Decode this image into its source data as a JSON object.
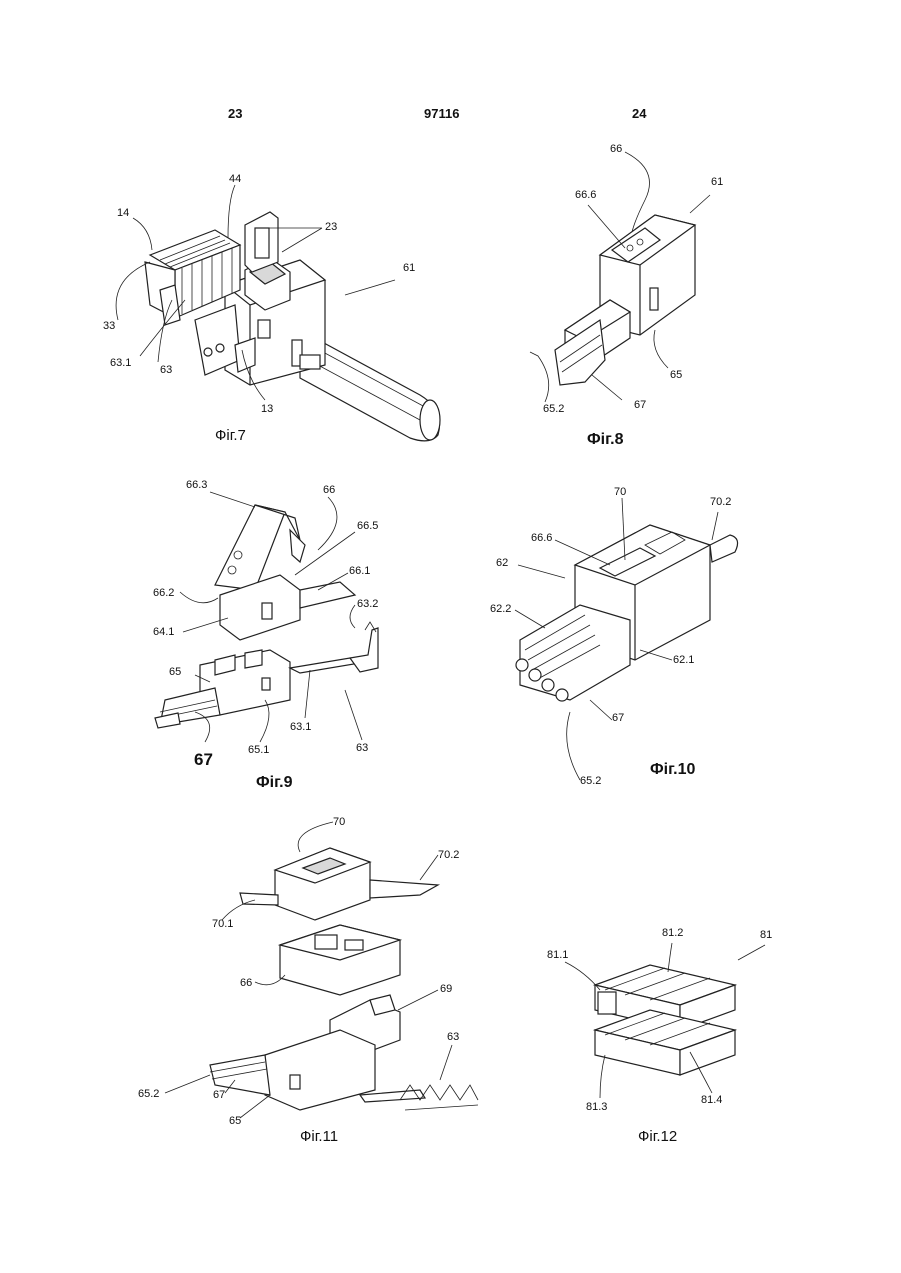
{
  "header": {
    "left_page": "23",
    "patent_number": "97116",
    "right_page": "24"
  },
  "figures": [
    {
      "caption": "Фiг.7",
      "labels": [
        "44",
        "14",
        "23",
        "61",
        "33",
        "63.1",
        "63",
        "13"
      ]
    },
    {
      "caption": "Фiг.8",
      "labels": [
        "66",
        "66.6",
        "61",
        "65",
        "65.2",
        "67"
      ]
    },
    {
      "caption": "Фiг.9",
      "labels": [
        "66.3",
        "66",
        "66.5",
        "66.1",
        "66.2",
        "64.1",
        "63.2",
        "65",
        "63.1",
        "63",
        "65.1",
        "67"
      ]
    },
    {
      "caption": "Фiг.10",
      "labels": [
        "70",
        "70.2",
        "66.6",
        "62",
        "62.2",
        "62.1",
        "67",
        "65.2"
      ]
    },
    {
      "caption": "Фiг.11",
      "labels": [
        "70",
        "70.2",
        "70.1",
        "66",
        "69",
        "63",
        "65.2",
        "67",
        "65"
      ]
    },
    {
      "caption": "Фiг.12",
      "labels": [
        "81.2",
        "81",
        "81.1",
        "81.3",
        "81.4"
      ]
    }
  ]
}
